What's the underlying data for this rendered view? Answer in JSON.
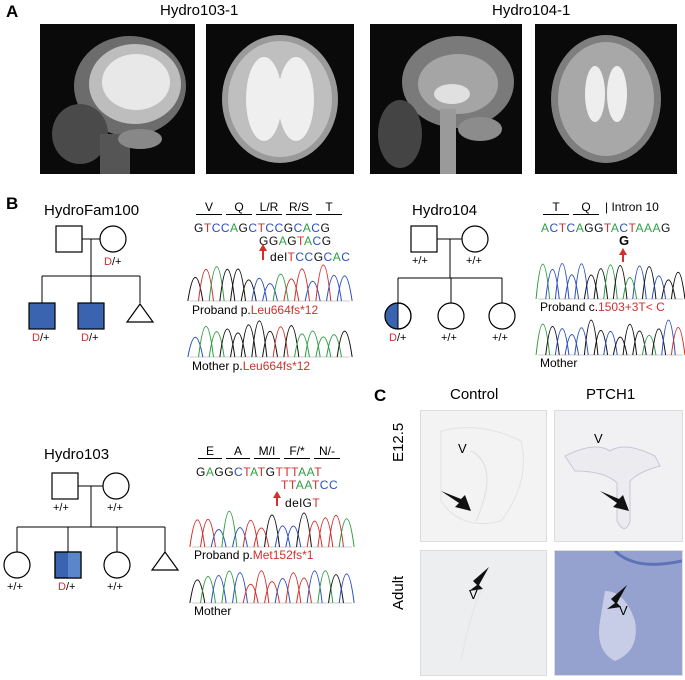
{
  "panels": {
    "A": "A",
    "B": "B",
    "C": "C"
  },
  "panelA": {
    "label_left": "Hydro103-1",
    "label_right": "Hydro104-1"
  },
  "fam100": {
    "title": "HydroFam100",
    "mother_genotype_d": "D",
    "mother_genotype_rest": "/+",
    "child1_d": "D",
    "child1_rest": "/+",
    "child2_d": "D",
    "child2_rest": "/+",
    "amino_acids": [
      "V",
      "Q",
      "L/R",
      "R/S",
      "T"
    ],
    "seq1": [
      "G",
      "T",
      "C",
      "C",
      "A",
      "G",
      "C",
      "T",
      "C",
      "C",
      "G",
      "C",
      "A",
      "C",
      "G"
    ],
    "seq2": [
      "G",
      "G",
      "A",
      "G",
      "T",
      "A",
      "C",
      "G"
    ],
    "deletion_label": "delTCCGCAC",
    "proband_prefix": "Proband p.",
    "proband_mut": "Leu664fs*12",
    "mother_prefix": "Mother p.",
    "mother_mut": "Leu664fs*12"
  },
  "hydro104": {
    "title": "Hydro104",
    "father_genotype": "+/+",
    "mother_genotype": "+/+",
    "proband_d": "D",
    "proband_rest": "/+",
    "sib1_genotype": "+/+",
    "sib2_genotype": "+/+",
    "amino_acids": [
      "T",
      "Q"
    ],
    "intron_label": "| Intron 10",
    "seq1": [
      "A",
      "C",
      "T",
      "C",
      "A",
      "G",
      "G",
      "T",
      "A",
      "C",
      "T",
      "A",
      "A",
      "A",
      "G"
    ],
    "alt_base": "G",
    "proband_prefix": "Proband c.",
    "proband_mut": "1503+3T< C",
    "mother_label": "Mother"
  },
  "hydro103": {
    "title": "Hydro103",
    "father_genotype": "+/+",
    "mother_genotype": "+/+",
    "sib1_genotype": "+/+",
    "proband_d": "D",
    "proband_rest": "/+",
    "sib2_genotype": "+/+",
    "amino_acids": [
      "E",
      "A",
      "M/I",
      "F/*",
      "N/-"
    ],
    "seq1": [
      "G",
      "A",
      "G",
      "G",
      "C",
      "T",
      "A",
      "T",
      "G",
      "T",
      "T",
      "T",
      "A",
      "A",
      "T"
    ],
    "seq2": [
      "T",
      "T",
      "A",
      "A",
      "T",
      "C",
      "C"
    ],
    "deletion_label": "delGT",
    "proband_prefix": "Proband p.",
    "proband_mut": "Met152fs*1",
    "mother_label": "Mother"
  },
  "panelC": {
    "col_control": "Control",
    "col_ptch1": "PTCH1",
    "row_e125": "E12.5",
    "row_adult": "Adult",
    "ventricle": "V"
  },
  "colors": {
    "affected_fill": "#3a64b0",
    "mutation_red": "#d0312d"
  }
}
